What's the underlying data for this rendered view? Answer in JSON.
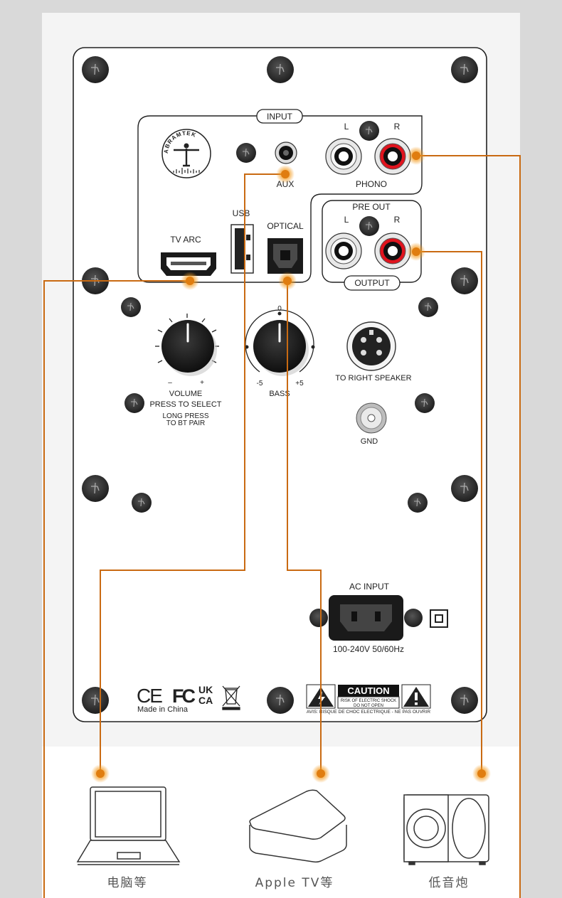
{
  "panel": {
    "input_title": "INPUT",
    "brand": "ABRAMTEK",
    "aux": "AUX",
    "phono": "PHONO",
    "phono_l": "L",
    "phono_r": "R",
    "usb": "USB",
    "optical": "OPTICAL",
    "tv_arc": "TV ARC",
    "pre_out": "PRE OUT",
    "out_l": "L",
    "out_r": "R",
    "output_title": "OUTPUT",
    "volume": "VOLUME",
    "volume_minus": "–",
    "volume_plus": "+",
    "press_select": "PRESS TO SELECT",
    "long_press": "LONG PRESS",
    "bt_pair": "TO BT PAIR",
    "bass": "BASS",
    "bass_zero": "0",
    "bass_min": "-5",
    "bass_max": "+5",
    "right_speaker": "TO RIGHT SPEAKER",
    "gnd": "GND",
    "ac_input": "AC INPUT",
    "voltage": "100-240V 50/60Hz",
    "cert_ce": "CE",
    "cert_fc": "FC",
    "cert_uk": "UK",
    "cert_ca": "CA",
    "made_in": "Made in China",
    "caution": "CAUTION",
    "caution_line1": "RISK OF ELECTRIC SHOCK",
    "caution_line2": "DO NOT OPEN",
    "avis": "AVIS: RISQUE DE CHOC ELECTRIQUE - NE PAS OUVRIR"
  },
  "devices": {
    "laptop": "电脑等",
    "apple_tv": "Apple TV等",
    "subwoofer": "低音炮"
  },
  "colors": {
    "accent": "#e07d10",
    "line": "#c96a12",
    "rca_red": "#e0141e",
    "panel": "#ffffff",
    "background": "#d9d9d9"
  }
}
